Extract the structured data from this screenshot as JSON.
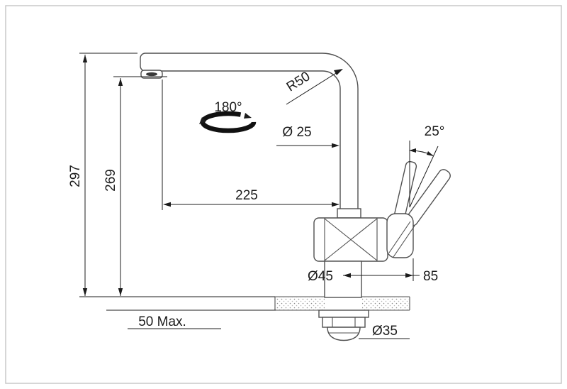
{
  "drawing": {
    "dimension_labels": {
      "total_height": "297",
      "outlet_height": "269",
      "swivel_range": "180°",
      "bend_radius": "R50",
      "spout_tube_diameter": "Ø 25",
      "spout_reach": "225",
      "lever_swing_angle": "25°",
      "lever_offset": "85",
      "body_diameter": "Ø45",
      "max_deck_thickness": "50 Max.",
      "mounting_hole_diameter": "Ø35"
    },
    "colors": {
      "outline": "#4f4f4f",
      "dimension": "#1c1c1c",
      "rotation_arrow": "#111111",
      "deck_speckle": "#8f8f8f",
      "frame_border": "#c9c9c9"
    }
  }
}
